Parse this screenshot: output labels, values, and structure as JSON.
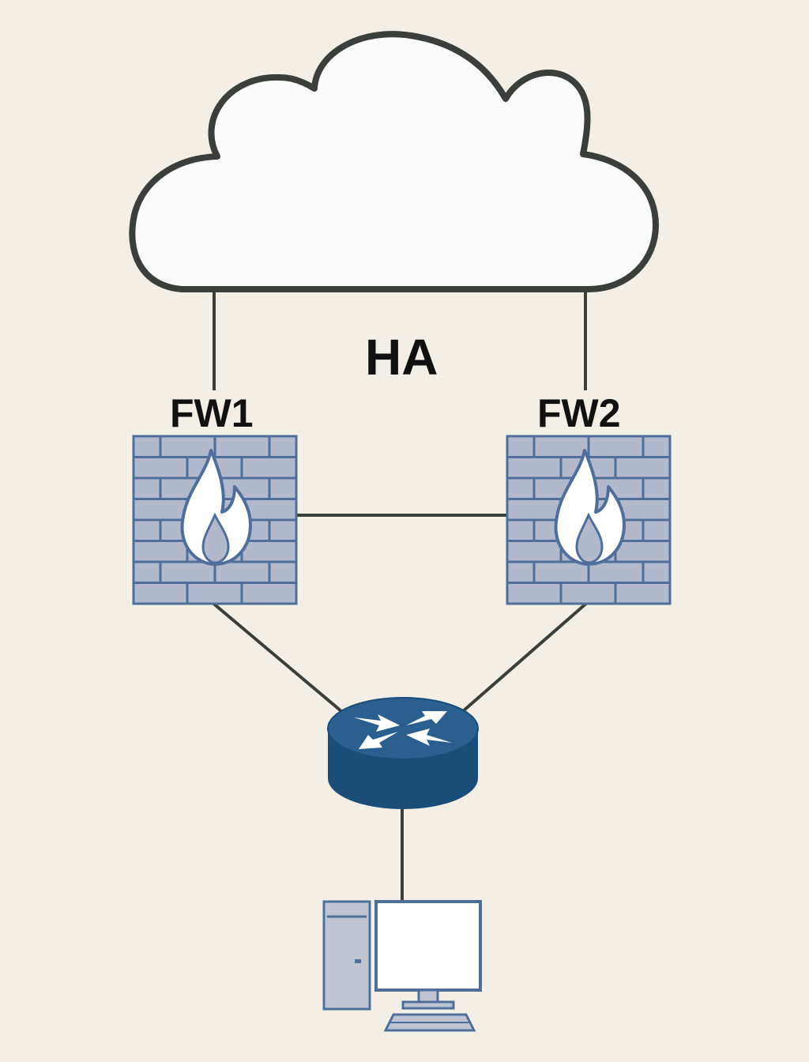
{
  "diagram": {
    "ha_label": "HA",
    "firewalls": [
      {
        "label": "FW1"
      },
      {
        "label": "FW2"
      }
    ],
    "nodes": [
      "cloud-icon",
      "firewall-icon",
      "router-icon",
      "desktop-computer-icon"
    ]
  },
  "colors": {
    "background": "#f3efe6",
    "outline": "#3a3f3c",
    "firewall_fill": "#b3b9cc",
    "firewall_stroke": "#4f6f9a",
    "router_fill": "#1f5585",
    "computer_stroke": "#4f6f9a"
  }
}
